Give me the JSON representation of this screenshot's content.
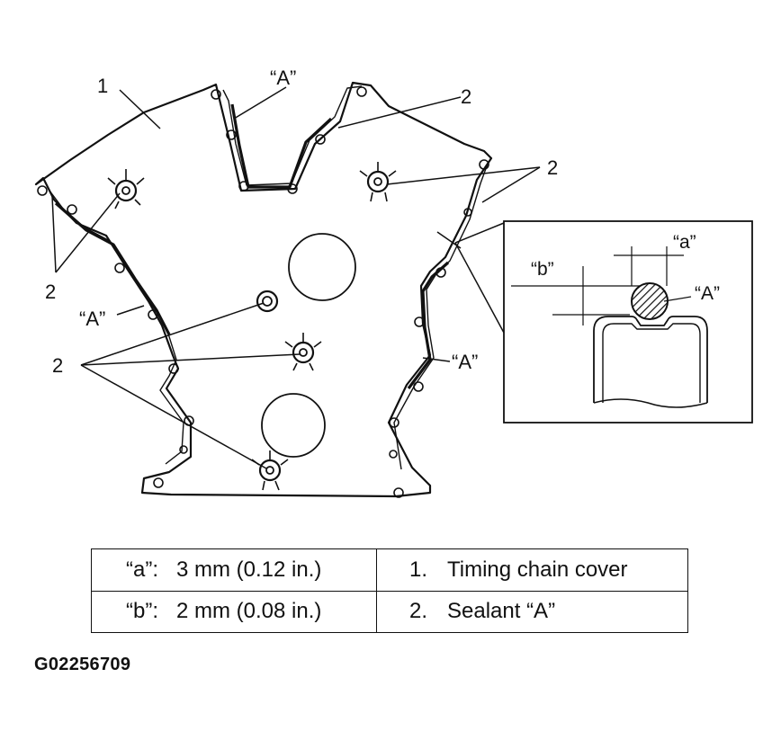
{
  "callouts": {
    "one": "1",
    "two_a": "2",
    "two_b": "2",
    "two_c": "2",
    "two_d": "2",
    "A_top": "“A”",
    "A_left": "“A”",
    "A_right": "“A”"
  },
  "detail": {
    "a_label": "“a”",
    "b_label": "“b”",
    "A_label": "“A”"
  },
  "legend": {
    "rows": [
      {
        "left_key": "“a”:",
        "left_value": "3 mm (0.12 in.)",
        "right_key": "1.",
        "right_value": "Timing chain cover"
      },
      {
        "left_key": "“b”:",
        "left_value": "2 mm (0.08 in.)",
        "right_key": "2.",
        "right_value": "Sealant “A”"
      }
    ]
  },
  "figure_id": "G02256709"
}
